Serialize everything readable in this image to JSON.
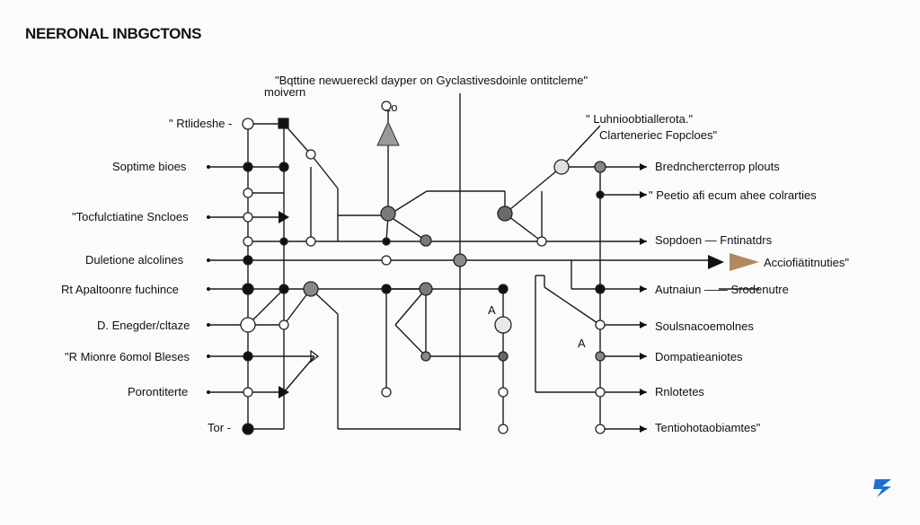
{
  "title": "NEERONAL INBGCTONS",
  "header_lines": [
    "\"Bqttine newuereckl dayper on Gyclastivesdoinle ontitcleme\"",
    "moivern"
  ],
  "top_mark": "2o",
  "left_labels": [
    "\" Rtlideshe -",
    "Soptime bioes",
    "\"Tocfulctiatine Sncloes",
    "Duletione alcolines",
    "Rt Apaltoonre fuchince",
    "D. Enegder/cltaze",
    "\"R Mionre 6omol Bleses",
    "Porontiterte",
    "Tor -"
  ],
  "right_top_labels": [
    "\" Luhnioobtiallerota.\"",
    "Clarteneriec Fopcloes\""
  ],
  "right_labels": [
    "Brednchercterrop plouts",
    "\" Peetio afi ecum ahee colrarties",
    "Sopdoen — Fntinatdrs",
    "Acciofiätitnuties\"",
    "Autnaiun  ——  Srodenutre",
    "Soulsnacoemolnes",
    "Dompatieaniotes",
    "Rnlotetes",
    "Tentiohotaobiamtes\""
  ],
  "small_marks": [
    "A",
    "A"
  ],
  "colors": {
    "line": "#1a1a1a",
    "gray_node": "#7a7a7a",
    "light_node": "#cfcfcf",
    "accent_arrow": "#b08a5e",
    "logo": "#1f6fd1"
  },
  "icons": [
    "logo-icon"
  ]
}
